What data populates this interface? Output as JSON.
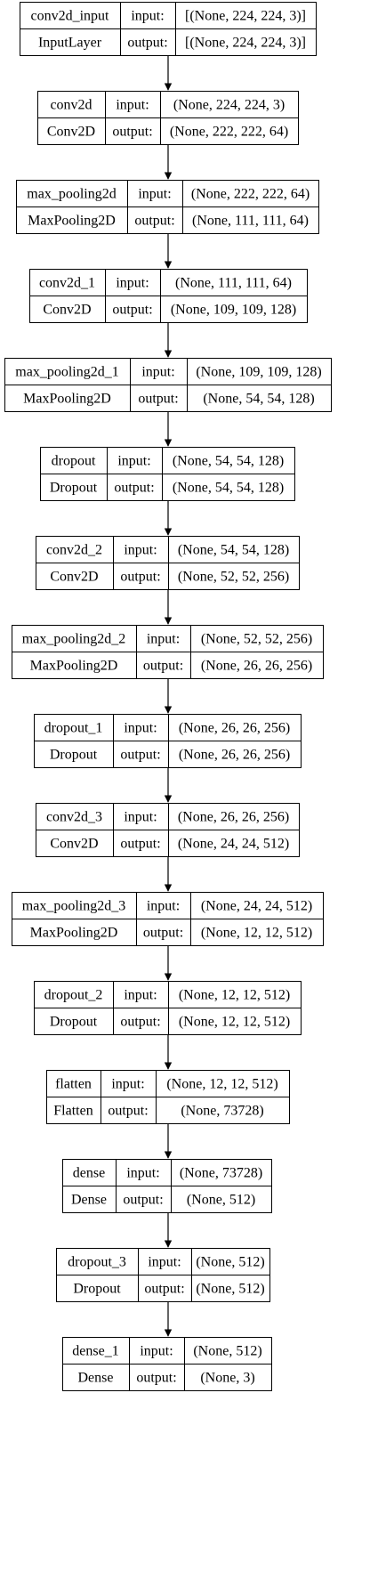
{
  "diagram": {
    "input_label": "input:",
    "output_label": "output:",
    "layers": [
      {
        "name": "conv2d_input",
        "type": "InputLayer",
        "input_shape": "[(None, 224, 224, 3)]",
        "output_shape": "[(None, 224, 224, 3)]"
      },
      {
        "name": "conv2d",
        "type": "Conv2D",
        "input_shape": "(None, 224, 224, 3)",
        "output_shape": "(None, 222, 222, 64)"
      },
      {
        "name": "max_pooling2d",
        "type": "MaxPooling2D",
        "input_shape": "(None, 222, 222, 64)",
        "output_shape": "(None, 111, 111, 64)"
      },
      {
        "name": "conv2d_1",
        "type": "Conv2D",
        "input_shape": "(None, 111, 111, 64)",
        "output_shape": "(None, 109, 109, 128)"
      },
      {
        "name": "max_pooling2d_1",
        "type": "MaxPooling2D",
        "input_shape": "(None, 109, 109, 128)",
        "output_shape": "(None, 54, 54, 128)"
      },
      {
        "name": "dropout",
        "type": "Dropout",
        "input_shape": "(None, 54, 54, 128)",
        "output_shape": "(None, 54, 54, 128)"
      },
      {
        "name": "conv2d_2",
        "type": "Conv2D",
        "input_shape": "(None, 54, 54, 128)",
        "output_shape": "(None, 52, 52, 256)"
      },
      {
        "name": "max_pooling2d_2",
        "type": "MaxPooling2D",
        "input_shape": "(None, 52, 52, 256)",
        "output_shape": "(None, 26, 26, 256)"
      },
      {
        "name": "dropout_1",
        "type": "Dropout",
        "input_shape": "(None, 26, 26, 256)",
        "output_shape": "(None, 26, 26, 256)"
      },
      {
        "name": "conv2d_3",
        "type": "Conv2D",
        "input_shape": "(None, 26, 26, 256)",
        "output_shape": "(None, 24, 24, 512)"
      },
      {
        "name": "max_pooling2d_3",
        "type": "MaxPooling2D",
        "input_shape": "(None, 24, 24, 512)",
        "output_shape": "(None, 12, 12, 512)"
      },
      {
        "name": "dropout_2",
        "type": "Dropout",
        "input_shape": "(None, 12, 12, 512)",
        "output_shape": "(None, 12, 12, 512)"
      },
      {
        "name": "flatten",
        "type": "Flatten",
        "input_shape": "(None, 12, 12, 512)",
        "output_shape": "(None, 73728)"
      },
      {
        "name": "dense",
        "type": "Dense",
        "input_shape": "(None, 73728)",
        "output_shape": "(None, 512)"
      },
      {
        "name": "dropout_3",
        "type": "Dropout",
        "input_shape": "(None, 512)",
        "output_shape": "(None, 512)"
      },
      {
        "name": "dense_1",
        "type": "Dense",
        "input_shape": "(None, 512)",
        "output_shape": "(None, 3)"
      }
    ]
  }
}
